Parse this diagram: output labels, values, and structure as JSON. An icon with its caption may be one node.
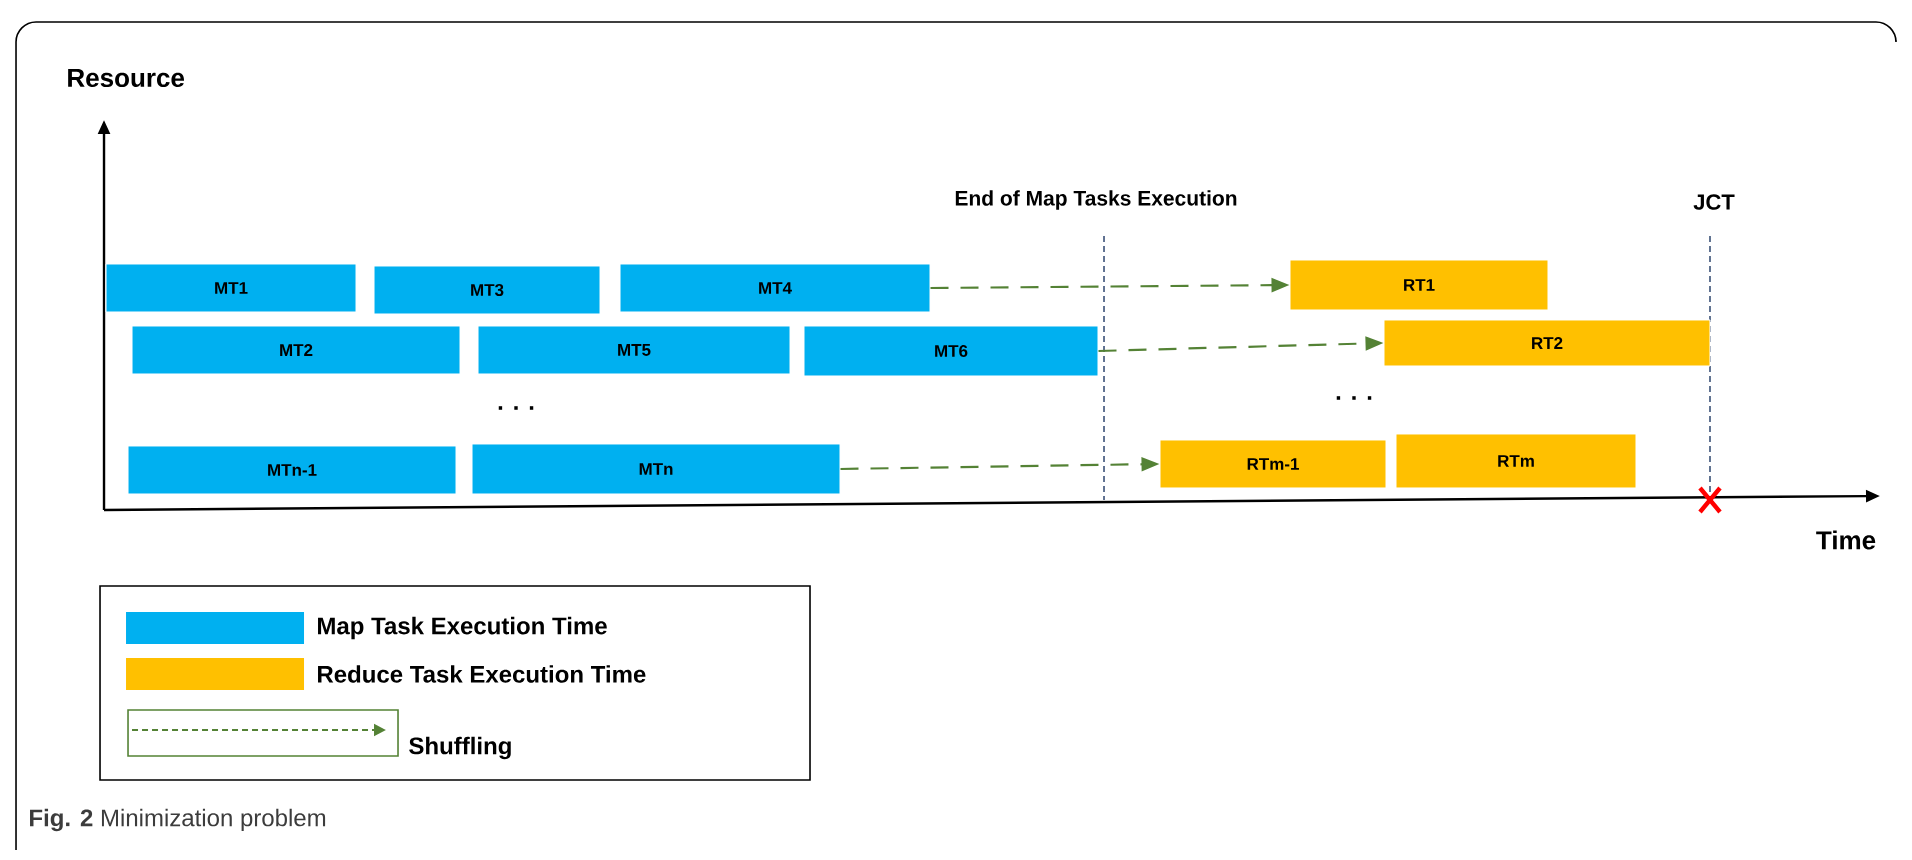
{
  "diagram": {
    "caption": "**Fig. 2** Minimization problem",
    "nodes": [
      {
        "text": [
          "MT1"
        ]
      },
      {
        "text": [
          "MT3"
        ]
      },
      {
        "text": [
          "MT4"
        ]
      },
      {
        "text": [
          "MT2"
        ]
      },
      {
        "text": [
          "MT5"
        ]
      },
      {
        "text": [
          "MT6"
        ]
      },
      {
        "text": [
          "MTn-1"
        ]
      },
      {
        "text": [
          "MTn"
        ]
      },
      {
        "text": [
          "RT1"
        ]
      },
      {
        "text": [
          "RT2"
        ]
      },
      {
        "text": [
          "RTm-1"
        ]
      },
      {
        "text": [
          "RTm"
        ]
      }
    ],
    "edges": [
      {
        "from": 2,
        "to": 8,
        "arrow": "to",
        "style": "dashed",
        "color": "#548235"
      },
      {
        "from": 5,
        "to": 9,
        "arrow": "to",
        "style": "dashed",
        "color": "#548235"
      },
      {
        "from": 7,
        "to": 10,
        "arrow": "to",
        "style": "dashed",
        "color": "#548235"
      }
    ],
    "labels": [
      "Resource",
      "End of Map Tasks Execution",
      "JCT",
      ". . .",
      ". . .",
      "Time"
    ],
    "legend": [
      {
        "text": "Map Task Execution Time",
        "color": "#00b0f0"
      },
      {
        "text": "Reduce Task Execution Time",
        "color": "#ffc000"
      },
      {
        "text": "Shuffling"
      }
    ]
  }
}
